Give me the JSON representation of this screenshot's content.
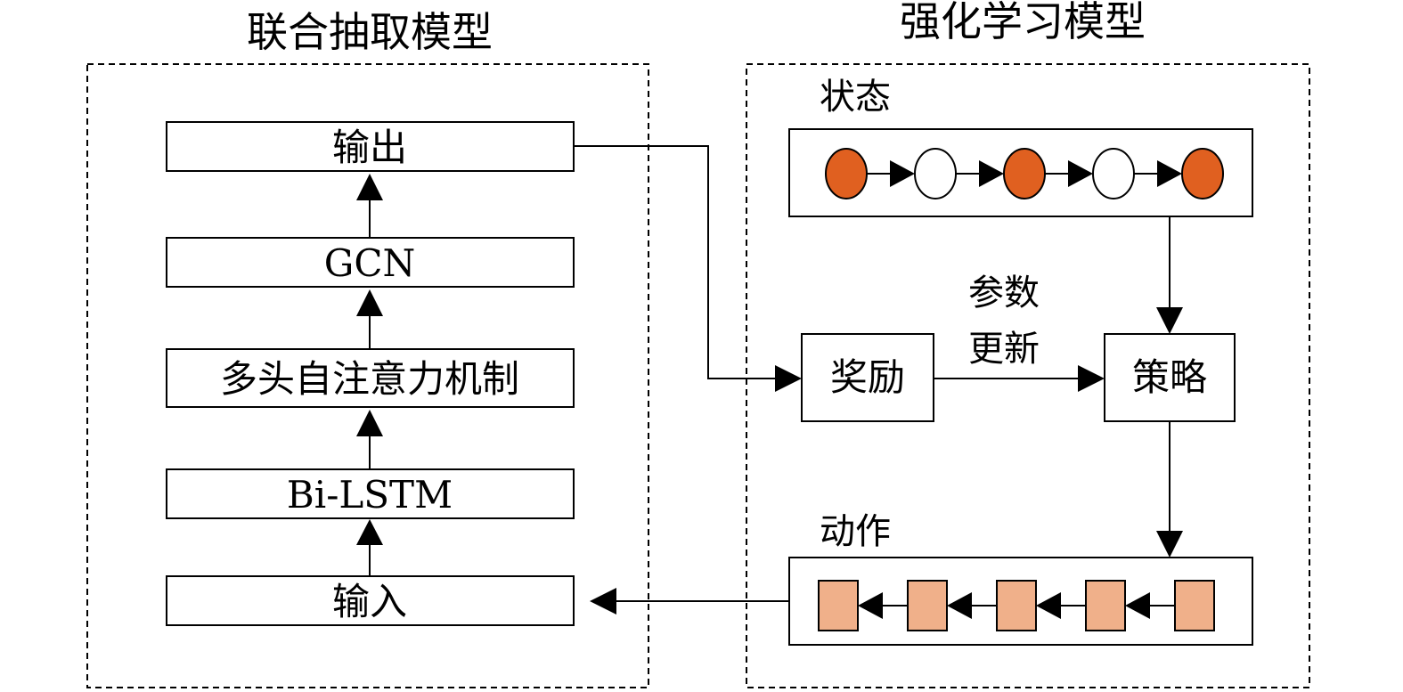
{
  "joint_model": {
    "title": "联合抽取模型",
    "layers": [
      "输出",
      "GCN",
      "多头自注意力机制",
      "Bi-LSTM",
      "输入"
    ]
  },
  "rl_model": {
    "title": "强化学习模型",
    "state_label": "状态",
    "action_label": "动作",
    "reward_label": "奖励",
    "policy_label": "策略",
    "param_update_line1": "参数",
    "param_update_line2": "更新"
  },
  "state_sequence": [
    "filled",
    "empty",
    "filled",
    "empty",
    "filled"
  ],
  "action_sequence_count": 5,
  "colors": {
    "state_filled": "#E06020",
    "state_empty": "#FFFFFF",
    "action_square": "#F0B08A",
    "stroke": "#000000"
  }
}
